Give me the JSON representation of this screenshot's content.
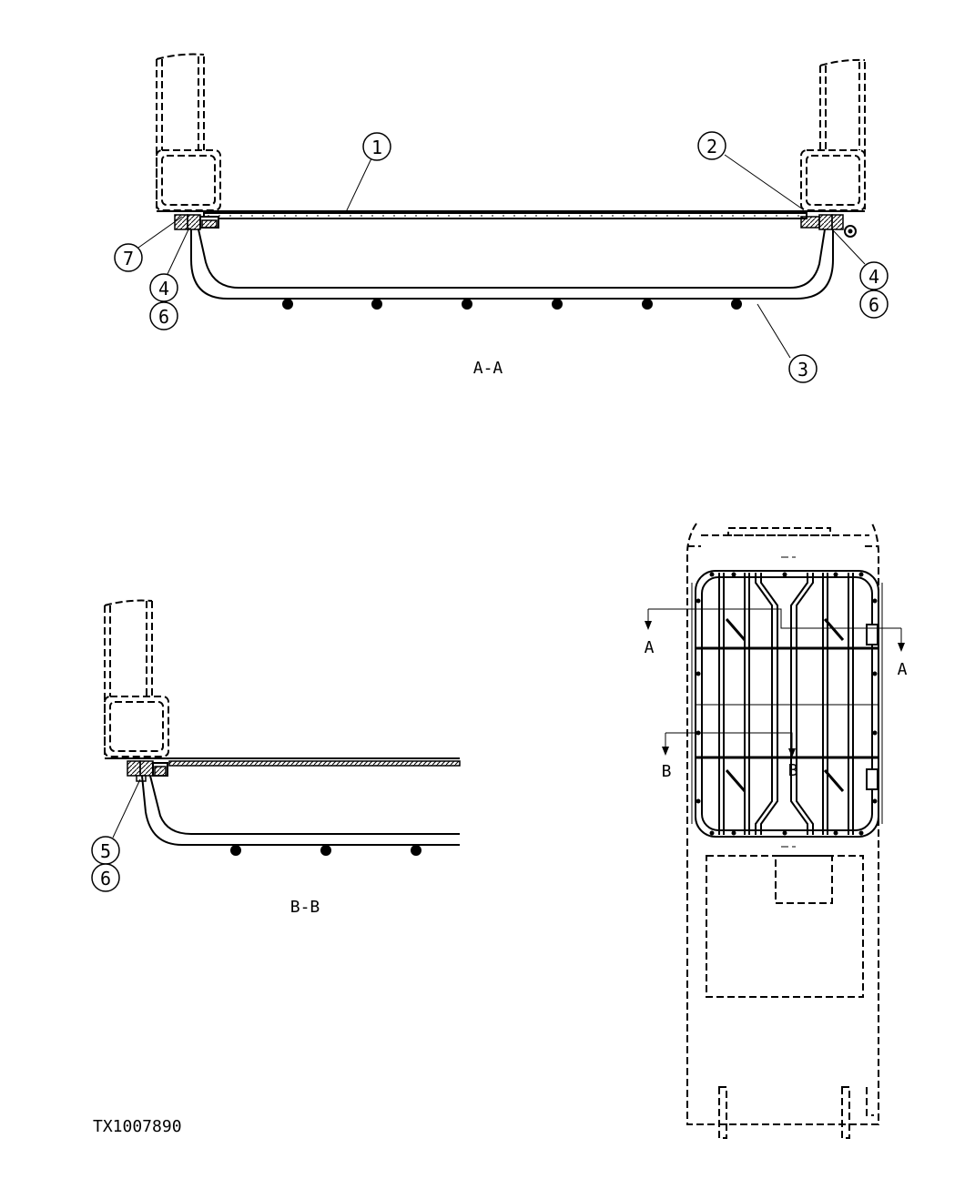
{
  "views": {
    "section_aa": {
      "label": "A-A",
      "callouts": [
        "1",
        "2",
        "7",
        "4",
        "6",
        "4",
        "6",
        "3"
      ]
    },
    "section_bb": {
      "label": "B-B",
      "callouts": [
        "5",
        "6"
      ]
    },
    "top_view": {
      "cut_marks": [
        "A",
        "A",
        "B",
        "B"
      ]
    }
  },
  "figure_id": "TX1007890"
}
